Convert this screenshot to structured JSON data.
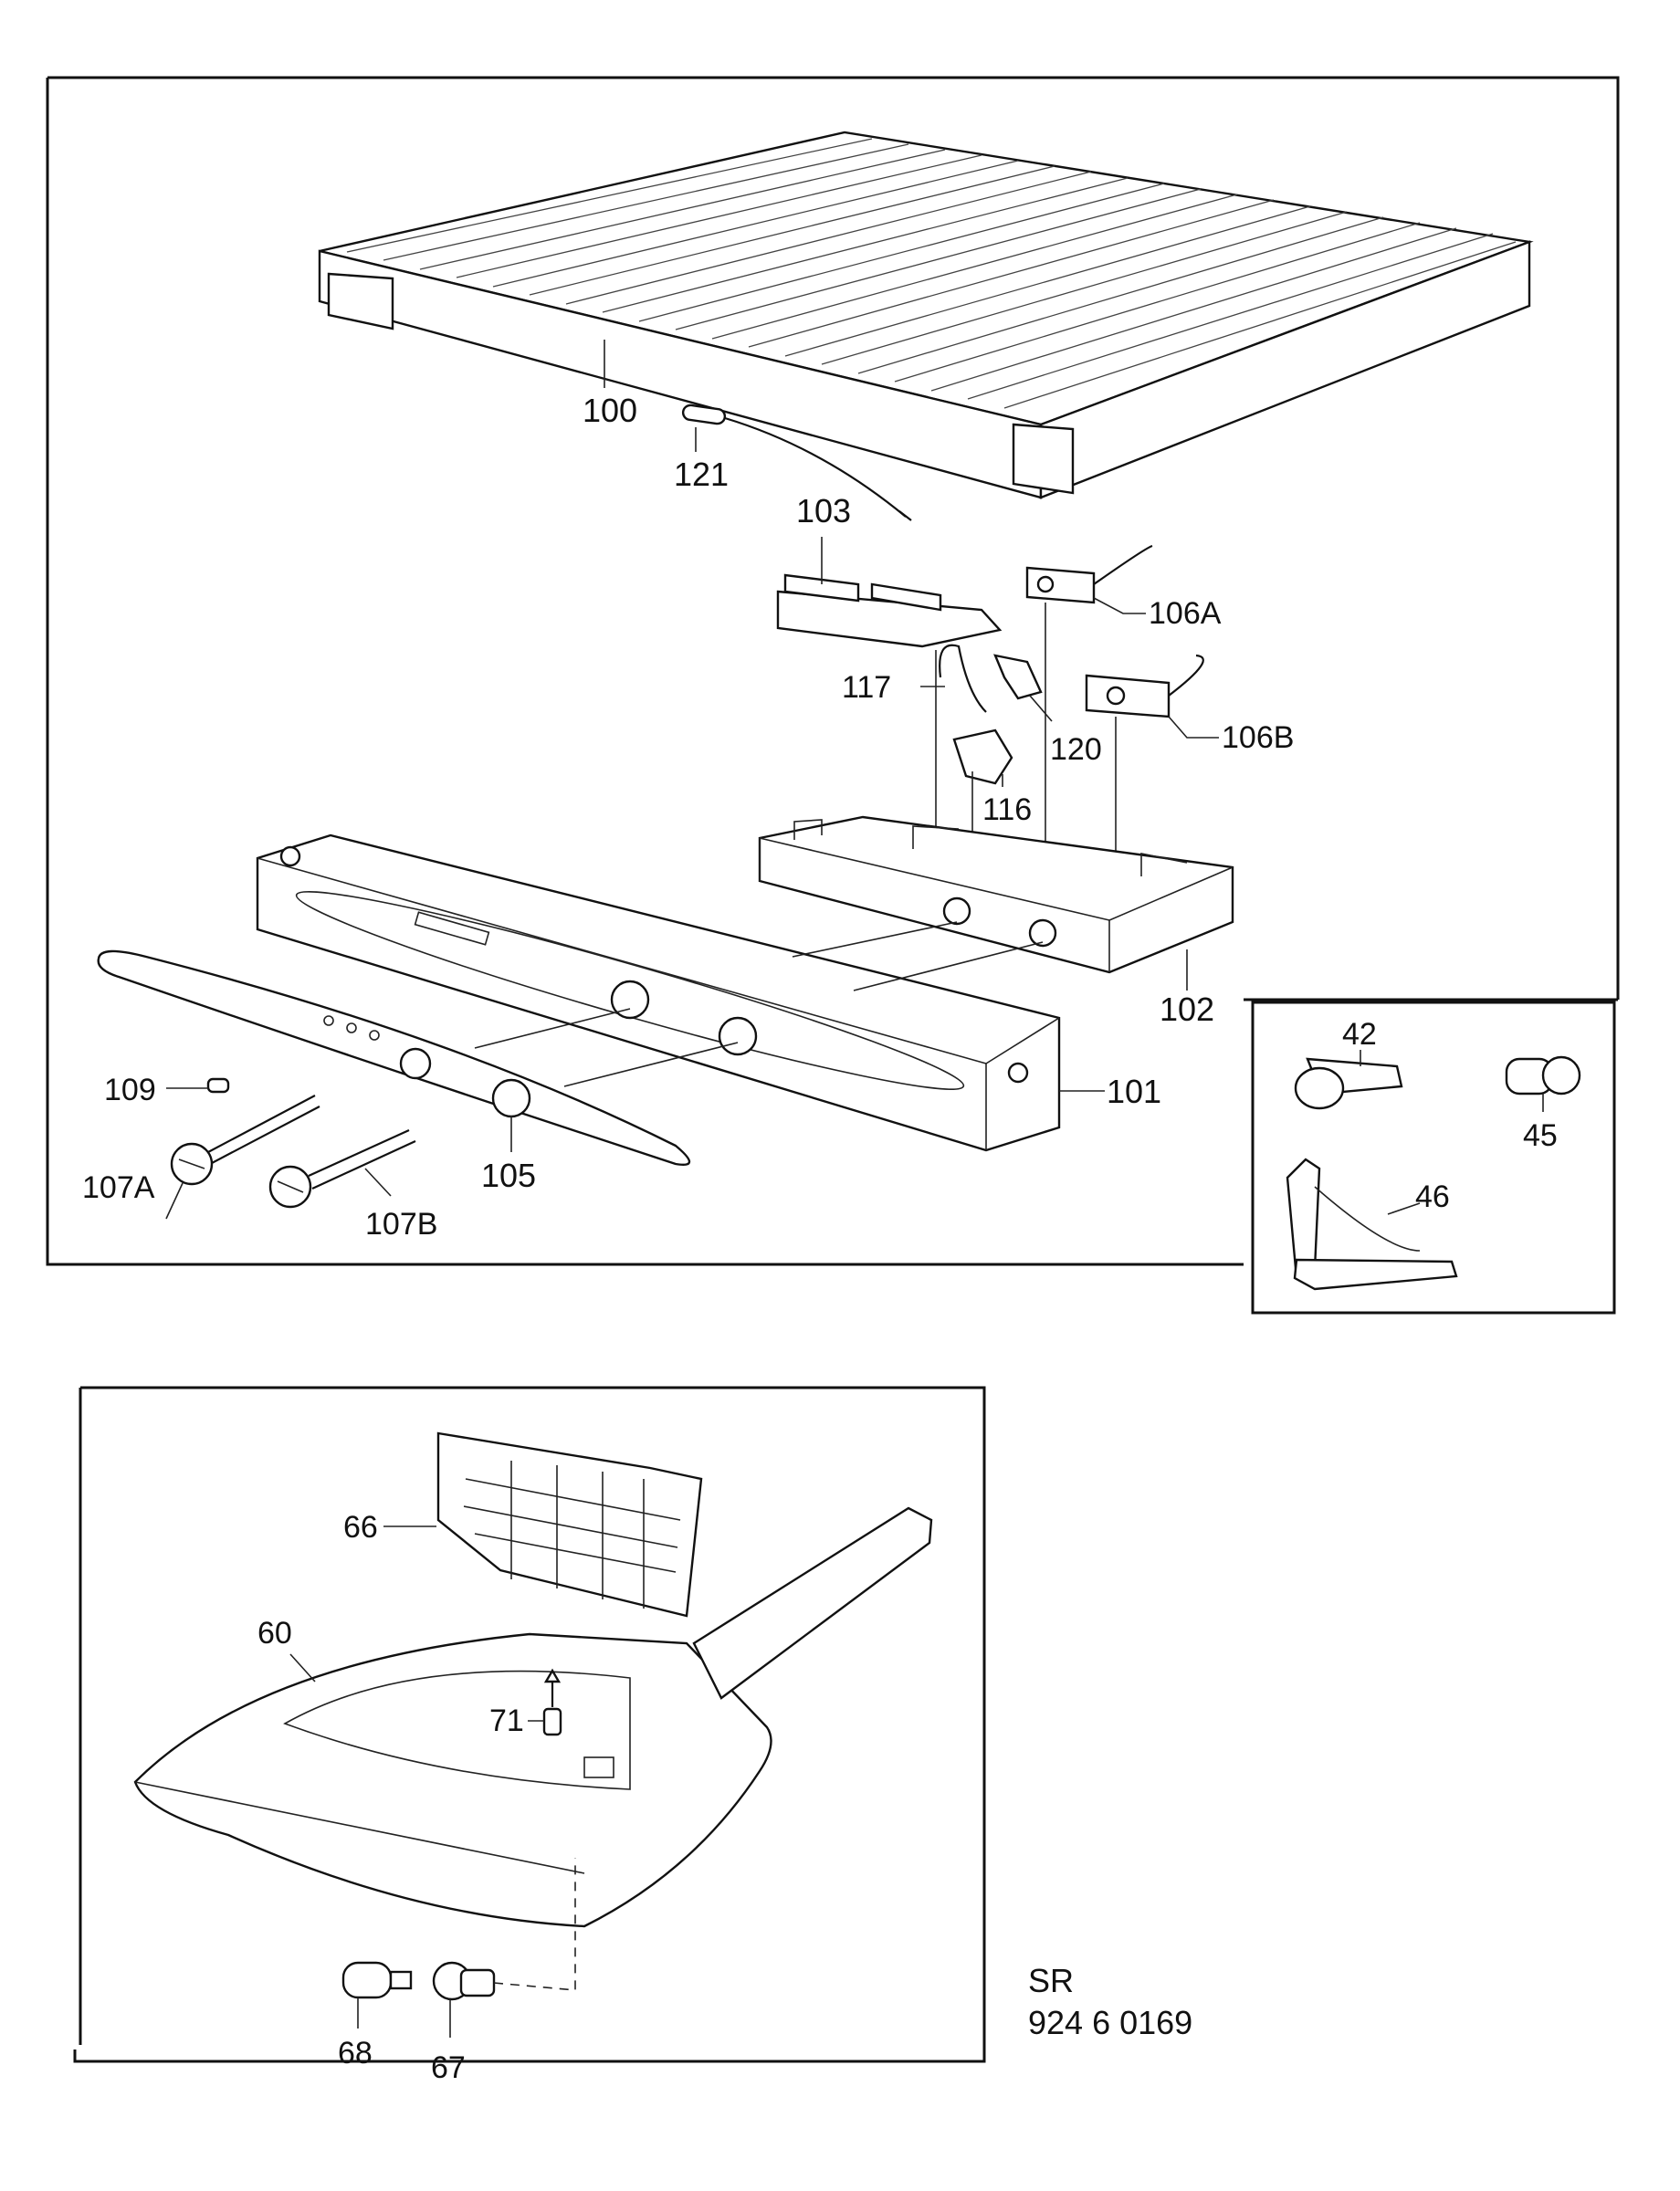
{
  "callouts": {
    "c100": "100",
    "c121": "121",
    "c103": "103",
    "c106A": "106A",
    "c106B": "106B",
    "c117": "117",
    "c120": "120",
    "c116": "116",
    "c102": "102",
    "c101": "101",
    "c109": "109",
    "c107A": "107A",
    "c107B": "107B",
    "c105": "105",
    "c42": "42",
    "c45": "45",
    "c46": "46",
    "c66": "66",
    "c60": "60",
    "c71": "71",
    "c68": "68",
    "c67": "67"
  },
  "reference": {
    "line1": "SR",
    "line2": "924 6 0169"
  }
}
